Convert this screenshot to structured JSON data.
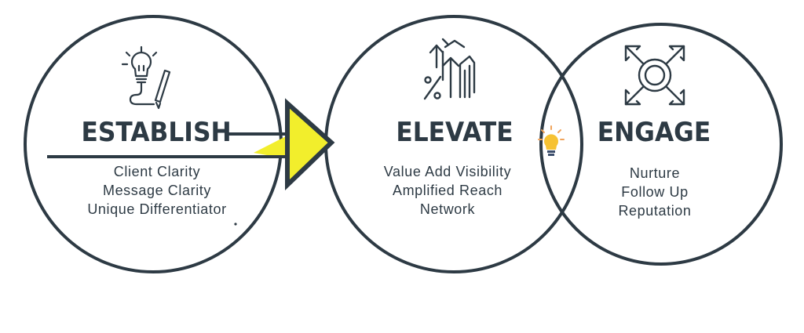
{
  "stages": [
    {
      "title": "ESTABLISH",
      "icon": "lightbulb-pencil-icon",
      "items": [
        "Client Clarity",
        "Message Clarity",
        "Unique Differentiator"
      ]
    },
    {
      "title": "ELEVATE",
      "icon": "growth-percent-arrows-icon",
      "items": [
        "Value Add Visibility",
        "Amplified Reach",
        "Network"
      ]
    },
    {
      "title": "ENGAGE",
      "icon": "expand-arrows-icon",
      "items": [
        "Nurture",
        "Follow Up",
        "Reputation"
      ]
    }
  ],
  "overlap_icon": "lightbulb-color-icon",
  "colors": {
    "stroke": "#2d3a44",
    "arrow_accent": "#f2ee2c",
    "bulb": "#f6c233"
  }
}
